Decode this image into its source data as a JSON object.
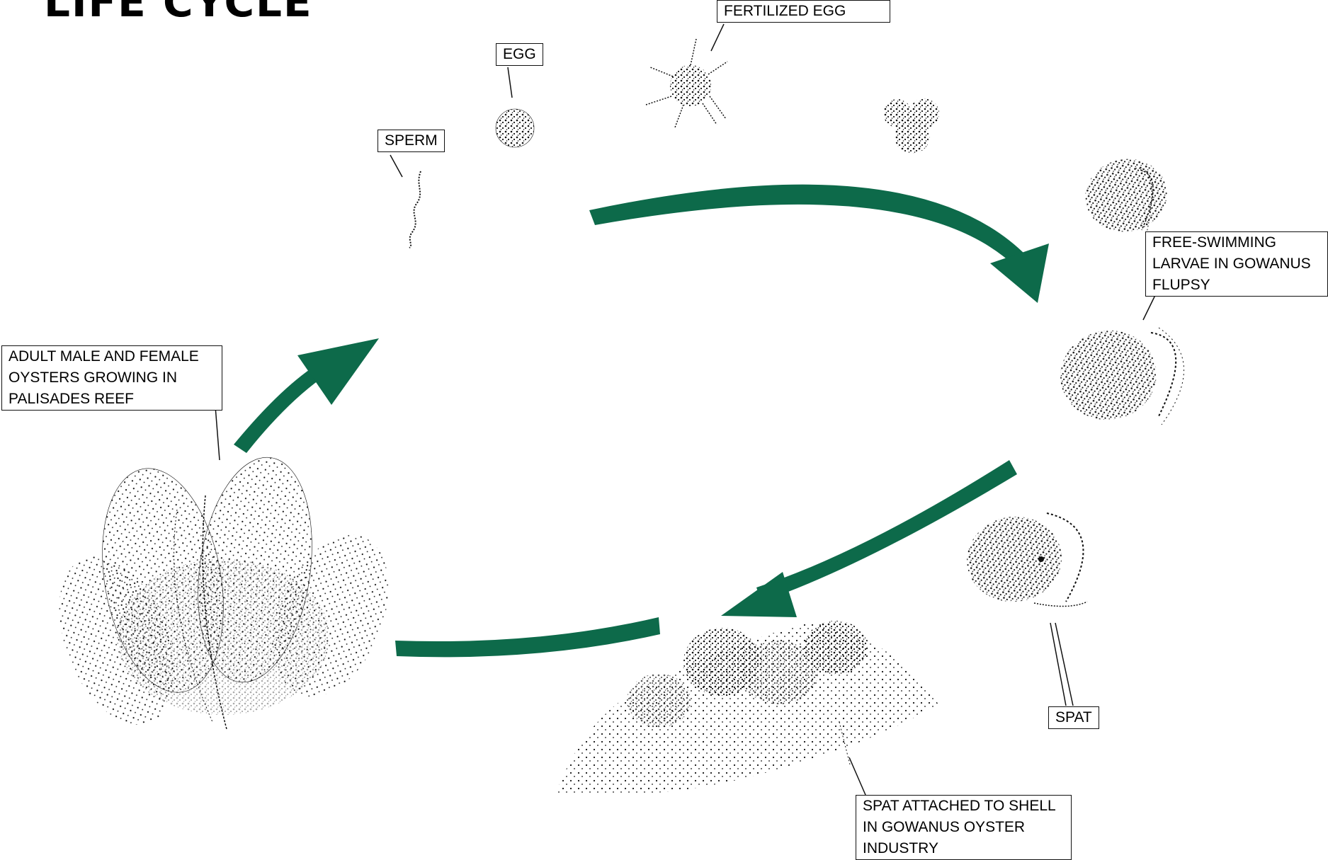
{
  "title": "LIFE CYCLE",
  "labels": {
    "fertilized_egg": "FERTILIZED EGG",
    "egg": "EGG",
    "sperm": "SPERM",
    "larvae": "FREE-SWIMMING\nLARVAE IN GOWANUS\nFLUPSY",
    "adult": "ADULT MALE AND FEMALE\nOYSTERS GROWING IN\nPALISADES REEF",
    "spat": "SPAT",
    "spat_shell": "SPAT ATTACHED TO SHELL\nIN GOWANUS OYSTER\nINDUSTRY"
  },
  "colors": {
    "arrow": "#0d6a4a",
    "ink": "#111111",
    "background": "#ffffff"
  }
}
